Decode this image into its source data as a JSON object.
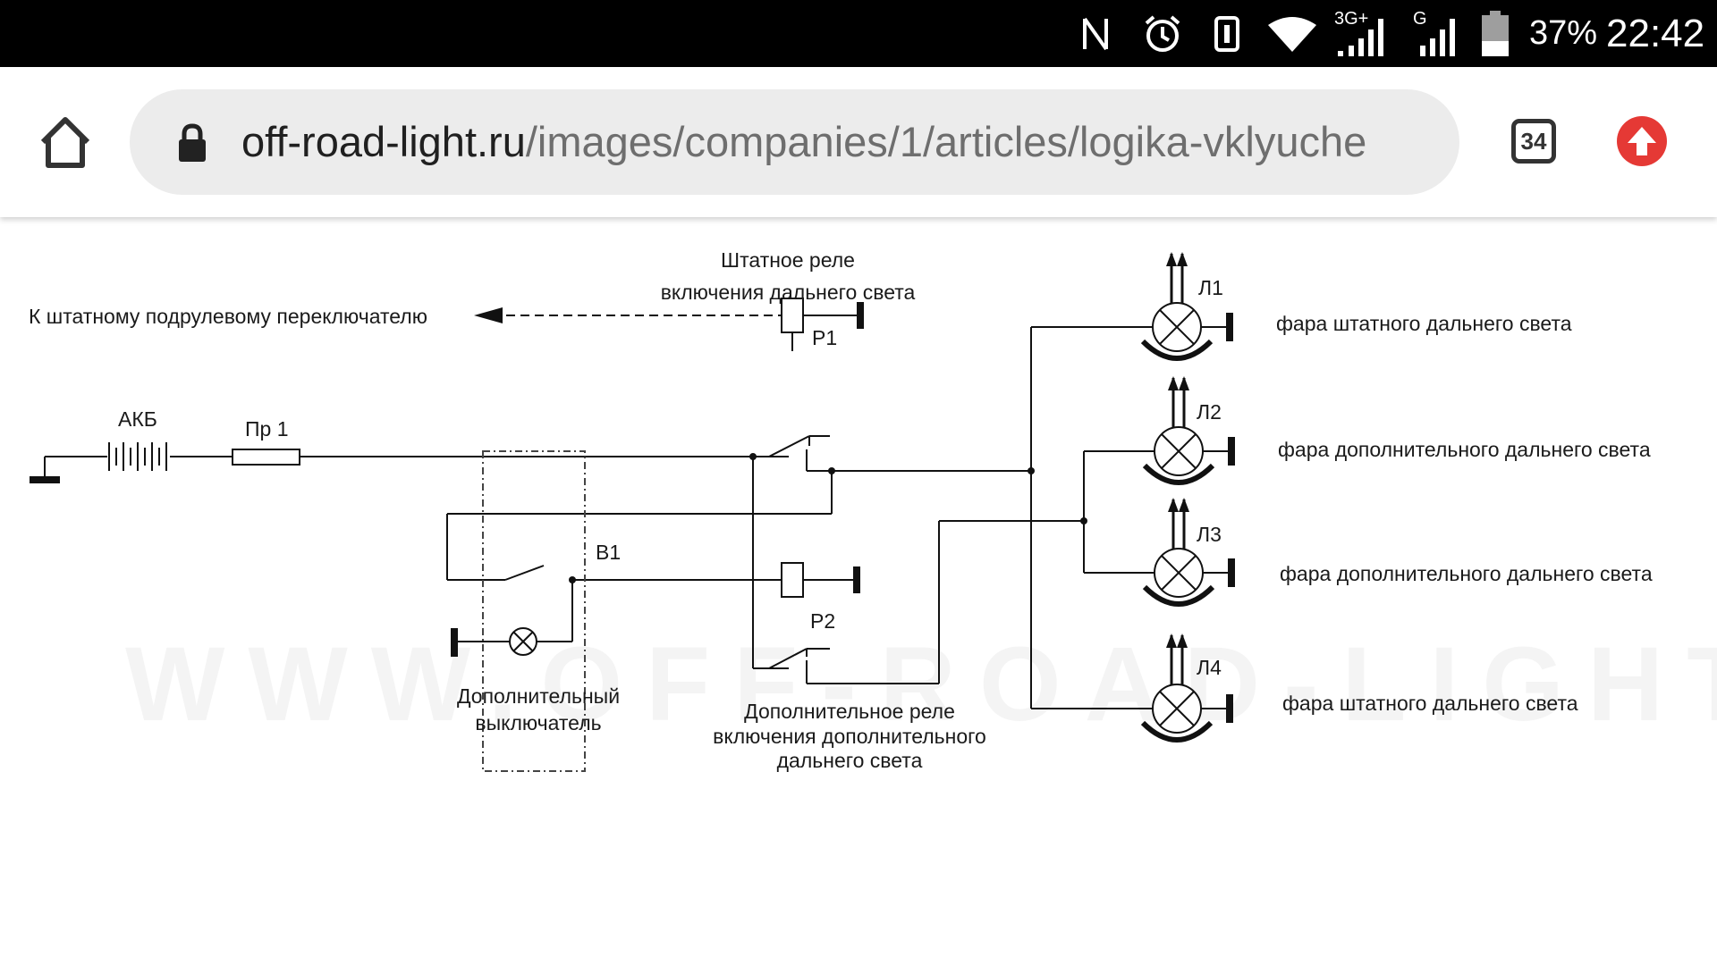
{
  "status_bar": {
    "network_3g": "3G+",
    "network_g": "G",
    "battery_percent": "37%",
    "battery_level": 0.37,
    "time": "22:42",
    "icons": [
      "nfc-icon",
      "alarm-icon",
      "vibrate-icon",
      "wifi-icon",
      "signal-3g-icon",
      "signal-g-icon",
      "battery-icon"
    ]
  },
  "browser": {
    "url_host": "off-road-light.ru",
    "url_path": "/images/companies/1/articles/logika-vklyuche",
    "tabs_count": "34",
    "colors": {
      "update_button": "#e53935",
      "url_pill": "#ececec"
    }
  },
  "diagram": {
    "switch_lever_label": "К штатному подрулевому переключателю",
    "battery_label": "АКБ",
    "fuse_label": "Пр 1",
    "relay1_title_line1": "Штатное реле",
    "relay1_title_line2": "включения дальнего света",
    "relay1_id": "Р1",
    "relay2_id": "Р2",
    "relay2_title_line1": "Дополнительное реле",
    "relay2_title_line2": "включения дополнительного",
    "relay2_title_line3": "дальнего света",
    "switch_id": "В1",
    "switch_title_line1": "Дополнительный",
    "switch_title_line2": "выключатель",
    "lamps": [
      {
        "id": "Л1",
        "description": "фара штатного дальнего света"
      },
      {
        "id": "Л2",
        "description": "фара дополнительного дальнего света"
      },
      {
        "id": "Л3",
        "description": "фара дополнительного дальнего света"
      },
      {
        "id": "Л4",
        "description": "фара штатного дальнего света"
      }
    ],
    "watermark": "WWW.OFF-ROAD-LIGHT.RU"
  }
}
